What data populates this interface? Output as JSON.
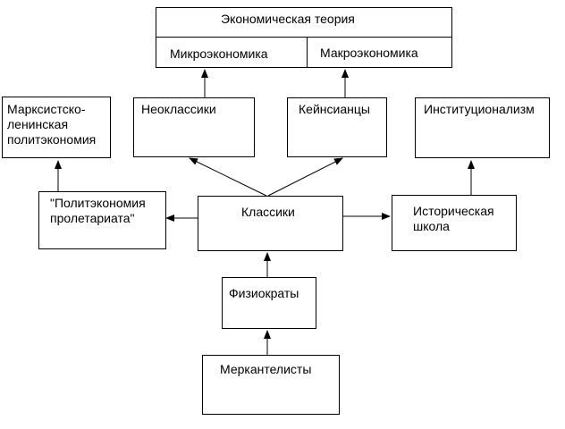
{
  "diagram": {
    "economic_theory": "Экономическая теория",
    "microeconomics": "Микроэкономика",
    "macroeconomics": "Макроэкономика",
    "marxist_leninist": "Марксистско-\nленинская\nполитэкономия",
    "neoclassics": "Неоклассики",
    "keynesians": "Кейнсианцы",
    "institutionalism": "Институционализм",
    "proletariat_economy": "\"Политэкономия\nпролетариата\"",
    "classics": "Классики",
    "historical_school": "Историческая\nшкола",
    "physiocrats": "Физиократы",
    "mercantilists": "Меркантелисты"
  }
}
